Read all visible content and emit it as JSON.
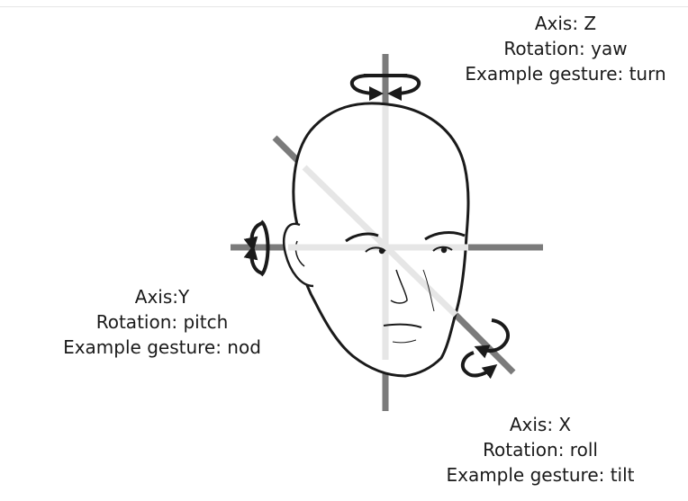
{
  "axes": [
    {
      "id": "z",
      "axis": "Axis: Z",
      "rotation": "Rotation: yaw",
      "gesture": "Example gesture: turn"
    },
    {
      "id": "y",
      "axis": "Axis:Y",
      "rotation": "Rotation: pitch",
      "gesture": "Example gesture: nod"
    },
    {
      "id": "x",
      "axis": "Axis: X",
      "rotation": "Rotation: roll",
      "gesture": "Example gesture: tilt"
    }
  ],
  "colors": {
    "axis_dark": "#7b7b7b",
    "axis_light": "#e6e6e6",
    "outline": "#1a1a1a",
    "text": "#1a1a1a"
  },
  "icons": [
    "yaw-rotation-arrow-icon",
    "pitch-rotation-arrow-icon",
    "roll-rotation-arrow-icon"
  ]
}
